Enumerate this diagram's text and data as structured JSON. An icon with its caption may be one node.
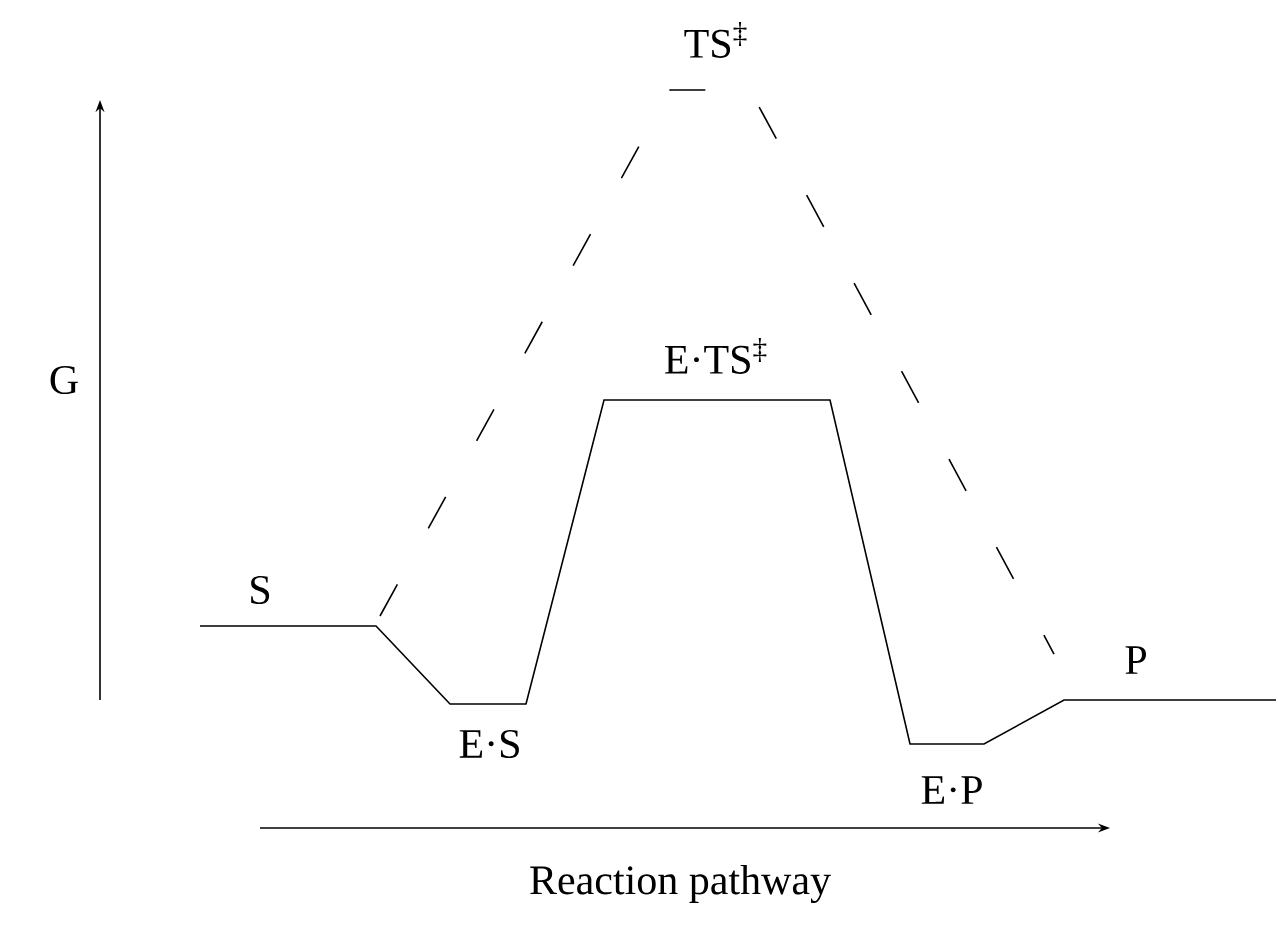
{
  "diagram": {
    "labels": [
      "TS$^{‡}$",
      "G",
      "E·TS$^{‡}$",
      "S",
      "P",
      "E·S",
      "E·P",
      "Reaction pathway"
    ]
  }
}
